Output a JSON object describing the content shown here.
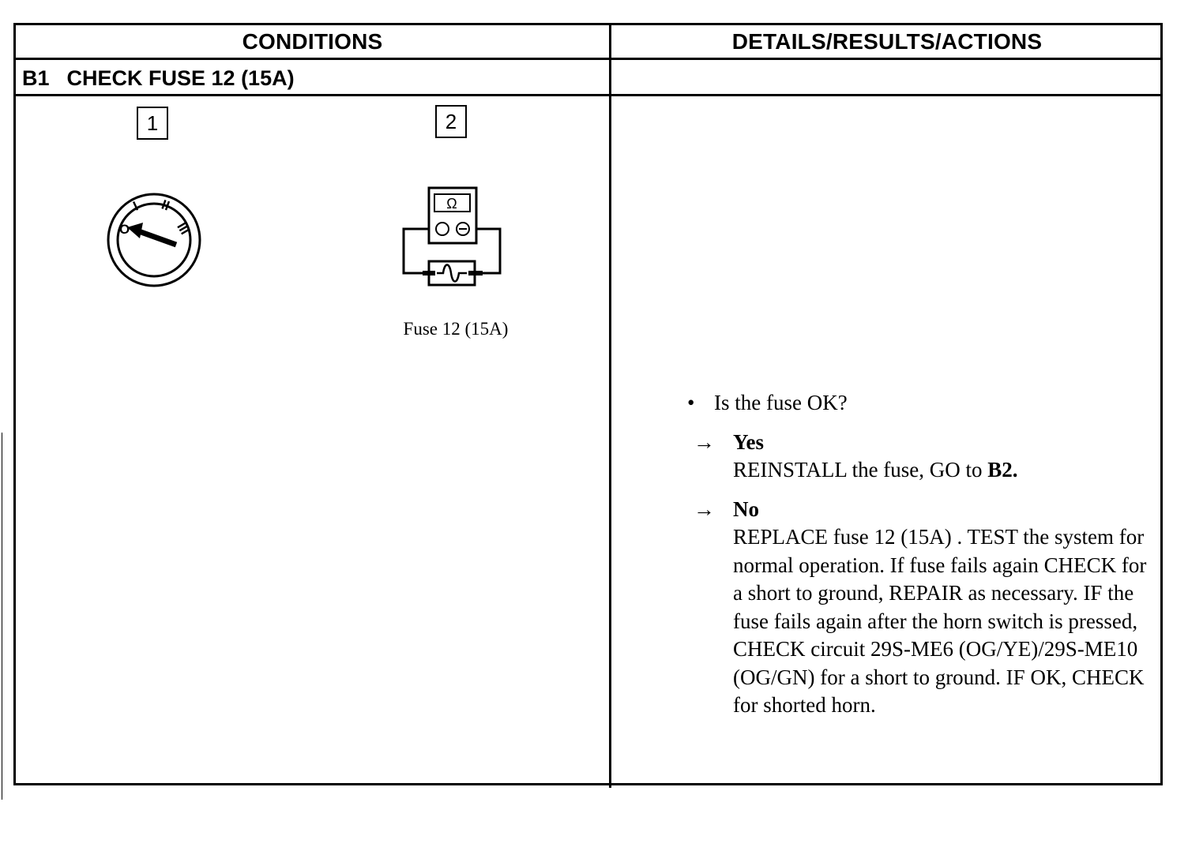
{
  "header": {
    "conditions": "CONDITIONS",
    "details": "DETAILS/RESULTS/ACTIONS"
  },
  "step": {
    "code": "B1",
    "title": "CHECK FUSE 12 (15A)"
  },
  "figures": {
    "fig1_number": "1",
    "fig2_number": "2",
    "ignition_positions": [
      "O",
      "I",
      "II",
      "III"
    ],
    "meter_symbol": "Ω",
    "fig2_caption": "Fuse 12 (15A)"
  },
  "details": {
    "question": "Is the fuse OK?",
    "yes_label": "Yes",
    "yes_action_prefix": "REINSTALL the fuse, GO to ",
    "yes_action_ref": "B2.",
    "no_label": "No",
    "no_action": "REPLACE fuse 12 (15A) . TEST the system for normal operation. If fuse fails again CHECK for a short to ground, REPAIR as necessary. IF the fuse fails again after the horn switch is pressed, CHECK circuit 29S-ME6 (OG/YE)/29S-ME10 (OG/GN) for a short to ground. IF OK, CHECK for shorted horn."
  }
}
